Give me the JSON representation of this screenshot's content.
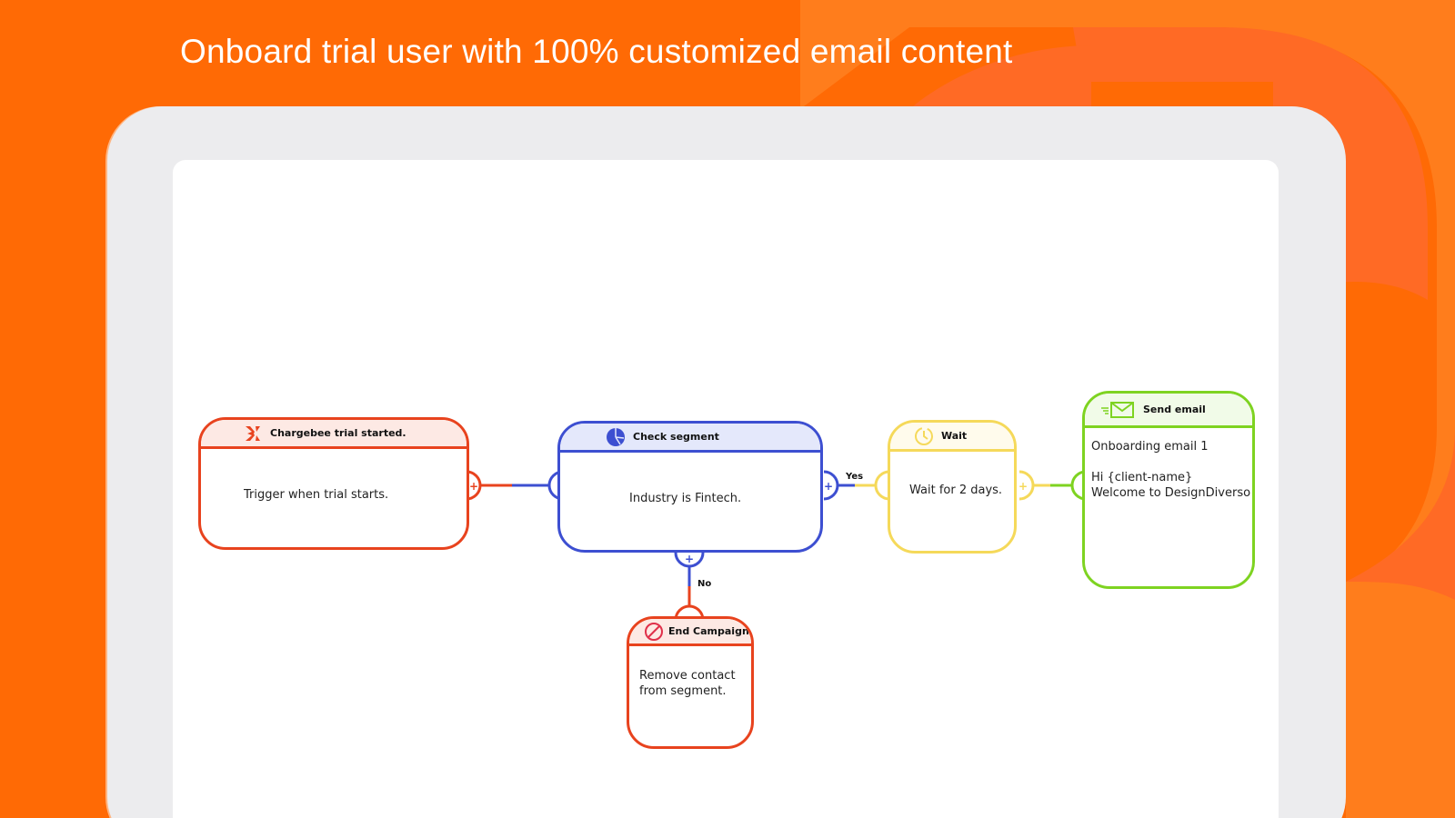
{
  "headline": "Onboard trial user with 100% customized email content",
  "colors": {
    "background": "#ff6a05",
    "trigger": "#e8431e",
    "segment": "#3d4fd1",
    "wait": "#f5d95a",
    "email": "#7ed321",
    "end": "#e8431e"
  },
  "nodes": {
    "trigger": {
      "icon": "chargebee-logo-icon",
      "title": "Chargebee trial started.",
      "body": "Trigger when trial starts."
    },
    "segment": {
      "icon": "pie-chart-icon",
      "title": "Check segment",
      "body": "Industry is Fintech."
    },
    "wait": {
      "icon": "clock-icon",
      "title": "Wait",
      "body": "Wait for 2 days."
    },
    "email": {
      "icon": "envelope-icon",
      "title": "Send email",
      "body_line1": "Onboarding email 1",
      "body_line2": "Hi {client-name}",
      "body_line3": "Welcome to DesignDiverso"
    },
    "end": {
      "icon": "no-entry-icon",
      "title": "End Campaign",
      "body_line1": "Remove contact",
      "body_line2": "from segment."
    }
  },
  "edges": {
    "yes_label": "Yes",
    "no_label": "No"
  }
}
